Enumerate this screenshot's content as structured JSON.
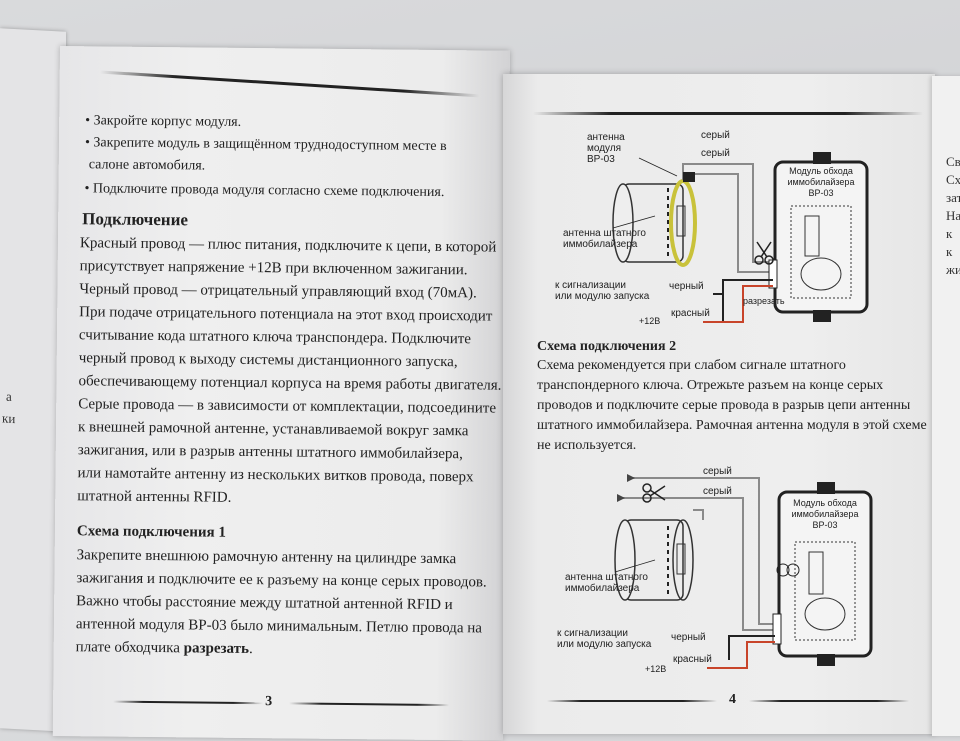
{
  "left_page": {
    "bullets": [
      "• Закройте корпус модуля.",
      "• Закрепите модуль в защищённом труднодоступном месте в",
      "салоне автомобиля.",
      "• Подключите провода модуля согласно схеме подключения."
    ],
    "connection_heading": "Подключение",
    "connection_lines": [
      "Красный провод — плюс питания, подключите к цепи, в которой",
      "присутствует напряжение +12В при включенном зажигании.",
      "Черный провод — отрицательный управляющий вход (70мА).",
      "При подаче отрицательного потенциала на этот вход происходит",
      "считывание кода штатного ключа транспондера. Подключите",
      "черный провод к выходу системы дистанционного запуска,",
      "обеспечивающему потенциал корпуса на время работы двигателя.",
      "Серые провода — в зависимости от комплектации, подсоедините",
      "к внешней рамочной антенне, устанавливаемой вокруг замка",
      "зажигания, или в разрыв антенны штатного иммобилайзера,",
      "или намотайте антенну из нескольких витков провода, поверх",
      "штатной антенны RFID."
    ],
    "scheme1_heading": "Схема подключения 1",
    "scheme1_lines": [
      "Закрепите внешнюю рамочную антенну на цилиндре замка",
      "зажигания и подключите ее к разъему на конце серых проводов.",
      "Важно чтобы расстояние между штатной антенной RFID и",
      "антенной модуля BP-03 было минимальным. Петлю провода на"
    ],
    "scheme1_last_pre": "плате обходчика ",
    "scheme1_last_bold": "разрезать",
    "scheme1_last_post": ".",
    "page_number": "3"
  },
  "right_page": {
    "diagram1": {
      "antenna_module_lines": [
        "антенна",
        "модуля",
        "BP-03"
      ],
      "gray_top": "серый",
      "gray_bottom": "серый",
      "module_lines": [
        "Модуль обхода",
        "иммобилайзера",
        "BP-03"
      ],
      "stock_antenna_lines": [
        "антенна штатного",
        "иммобилайзера"
      ],
      "alarm_lines": [
        "к сигнализации",
        "или модулю запуска"
      ],
      "black": "черный",
      "red": "красный",
      "plus12": "+12В",
      "cut": "разрезать"
    },
    "scheme2_heading": "Схема подключения 2",
    "scheme2_lines": [
      "Схема рекомендуется при слабом сигнале штатного",
      "транспондерного ключа. Отрежьте разъем на конце серых",
      "проводов и подключите серые провода в разрыв цепи антенны",
      "штатного иммобилайзера. Рамочная антенна модуля в этой схеме",
      "не используется."
    ],
    "diagram2": {
      "gray_top": "серый",
      "gray_bottom": "серый",
      "module_lines": [
        "Модуль обхода",
        "иммобилайзера",
        "BP-03"
      ],
      "stock_antenna_lines": [
        "антенна штатного",
        "иммобилайзера"
      ],
      "alarm_lines": [
        "к сигнализации",
        "или модулю запуска"
      ],
      "black": "черный",
      "red": "красный",
      "plus12": "+12В"
    },
    "page_number": "4"
  },
  "edge_fragments": {
    "left": [
      "а",
      "ки"
    ],
    "right": [
      "Све",
      "Схе",
      "зат",
      "На",
      "к",
      "к",
      "жи"
    ]
  },
  "colors": {
    "wire_red": "#c8442a",
    "wire_black": "#222222",
    "wire_gray": "#8a8a8a",
    "antenna_ring": "#c9c23a"
  }
}
